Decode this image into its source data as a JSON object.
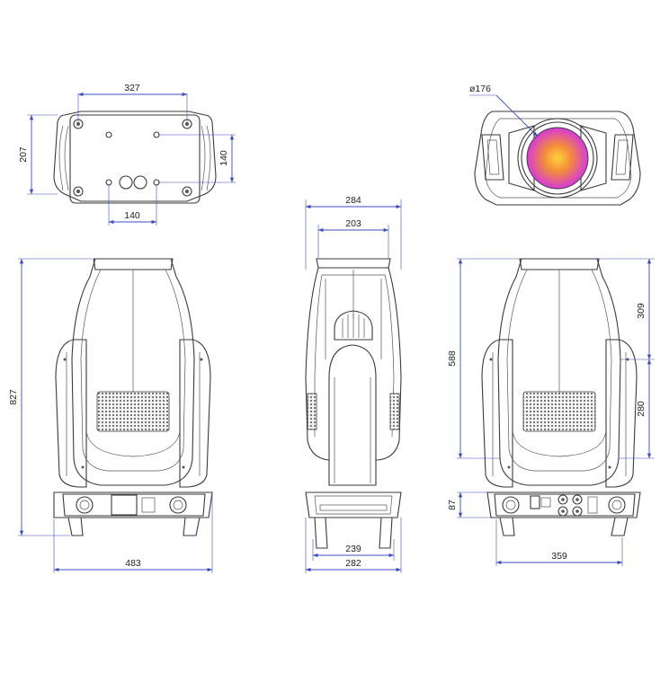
{
  "dimensions": {
    "top_width": "327",
    "top_height": "207",
    "top_inner_height": "140",
    "top_inner_width": "140",
    "lens_diameter": "ø176",
    "side_top_width": "284",
    "side_inner_width": "203",
    "front_height": "827",
    "front_width": "483",
    "side_base_inner": "239",
    "side_base_outer": "282",
    "rear_height": "588",
    "rear_upper": "309",
    "rear_lower": "280",
    "rear_base_height": "87",
    "rear_width": "359"
  },
  "colors": {
    "outline": "#3a3a3a",
    "dimension_line": "#3b4dbe",
    "lens_center": "#ffd23a",
    "lens_mid": "#f38a3c",
    "lens_outer": "#d63bd8"
  }
}
